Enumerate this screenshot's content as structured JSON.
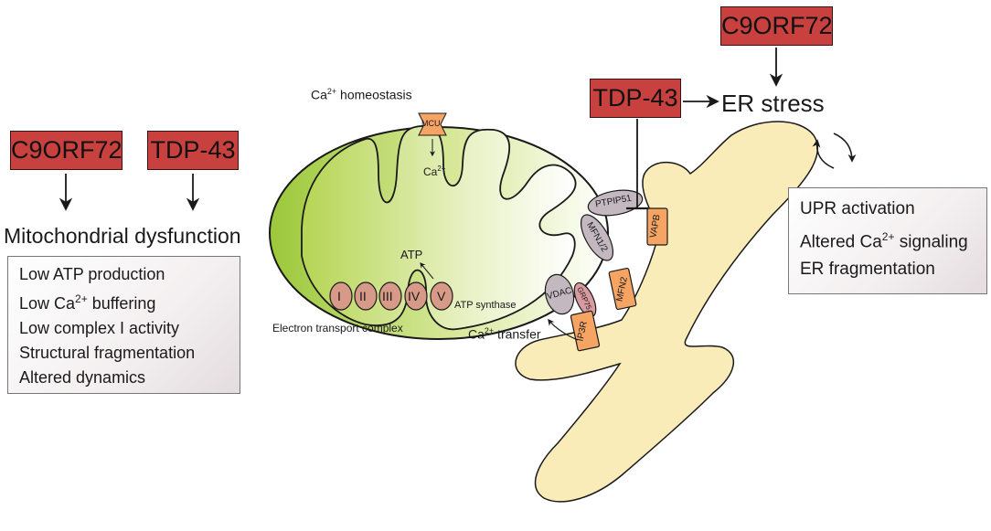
{
  "left_panel": {
    "c9orf72_label": "C9ORF72",
    "tdp43_label": "TDP-43",
    "title": "Mitochondrial dysfunction",
    "effects": [
      "Low ATP production",
      "Low Ca buffering",
      "Low complex I activity",
      "Structural fragmentation",
      "Altered dynamics"
    ],
    "ca_superscript": "2+"
  },
  "mitochondrion": {
    "homeostasis_label": "Ca",
    "homeostasis_sup": "2+",
    "homeostasis_suffix": " homeostasis",
    "mcu_label": "MCU",
    "ca_label": "Ca",
    "ca_sup": "2+",
    "atp_label": "ATP",
    "atp_synthase_label": "ATP synthase",
    "etc_label": "Electron transport complex",
    "complexes": [
      "I",
      "II",
      "III",
      "IV",
      "V"
    ]
  },
  "contacts": {
    "ptpip51": "PTPIP51",
    "mfn12": "MFN1/2",
    "vdac": "VDAC",
    "grp75": "GRP75",
    "vapb": "VAPB",
    "mfn2": "MFN2",
    "ip3r": "IP3R",
    "ca_transfer_prefix": "Ca",
    "ca_transfer_sup": "2+",
    "ca_transfer_suffix": " transfer"
  },
  "right_panel": {
    "tdp43_label": "TDP-43",
    "c9orf72_label": "C9ORF72",
    "er_stress": "ER stress",
    "effects": {
      "upr": "UPR activation",
      "altered_prefix": "Altered Ca",
      "altered_sup": "2+",
      "altered_suffix": " signaling",
      "fragmentation": "ER fragmentation"
    }
  },
  "colors": {
    "red_box": "#c8413f",
    "mito_green": "#9fc93c",
    "er_yellow": "#faecb8",
    "complex_pink": "#d79a88",
    "orange_protein": "#f5a464",
    "gray_protein": "#c3b8c0"
  }
}
